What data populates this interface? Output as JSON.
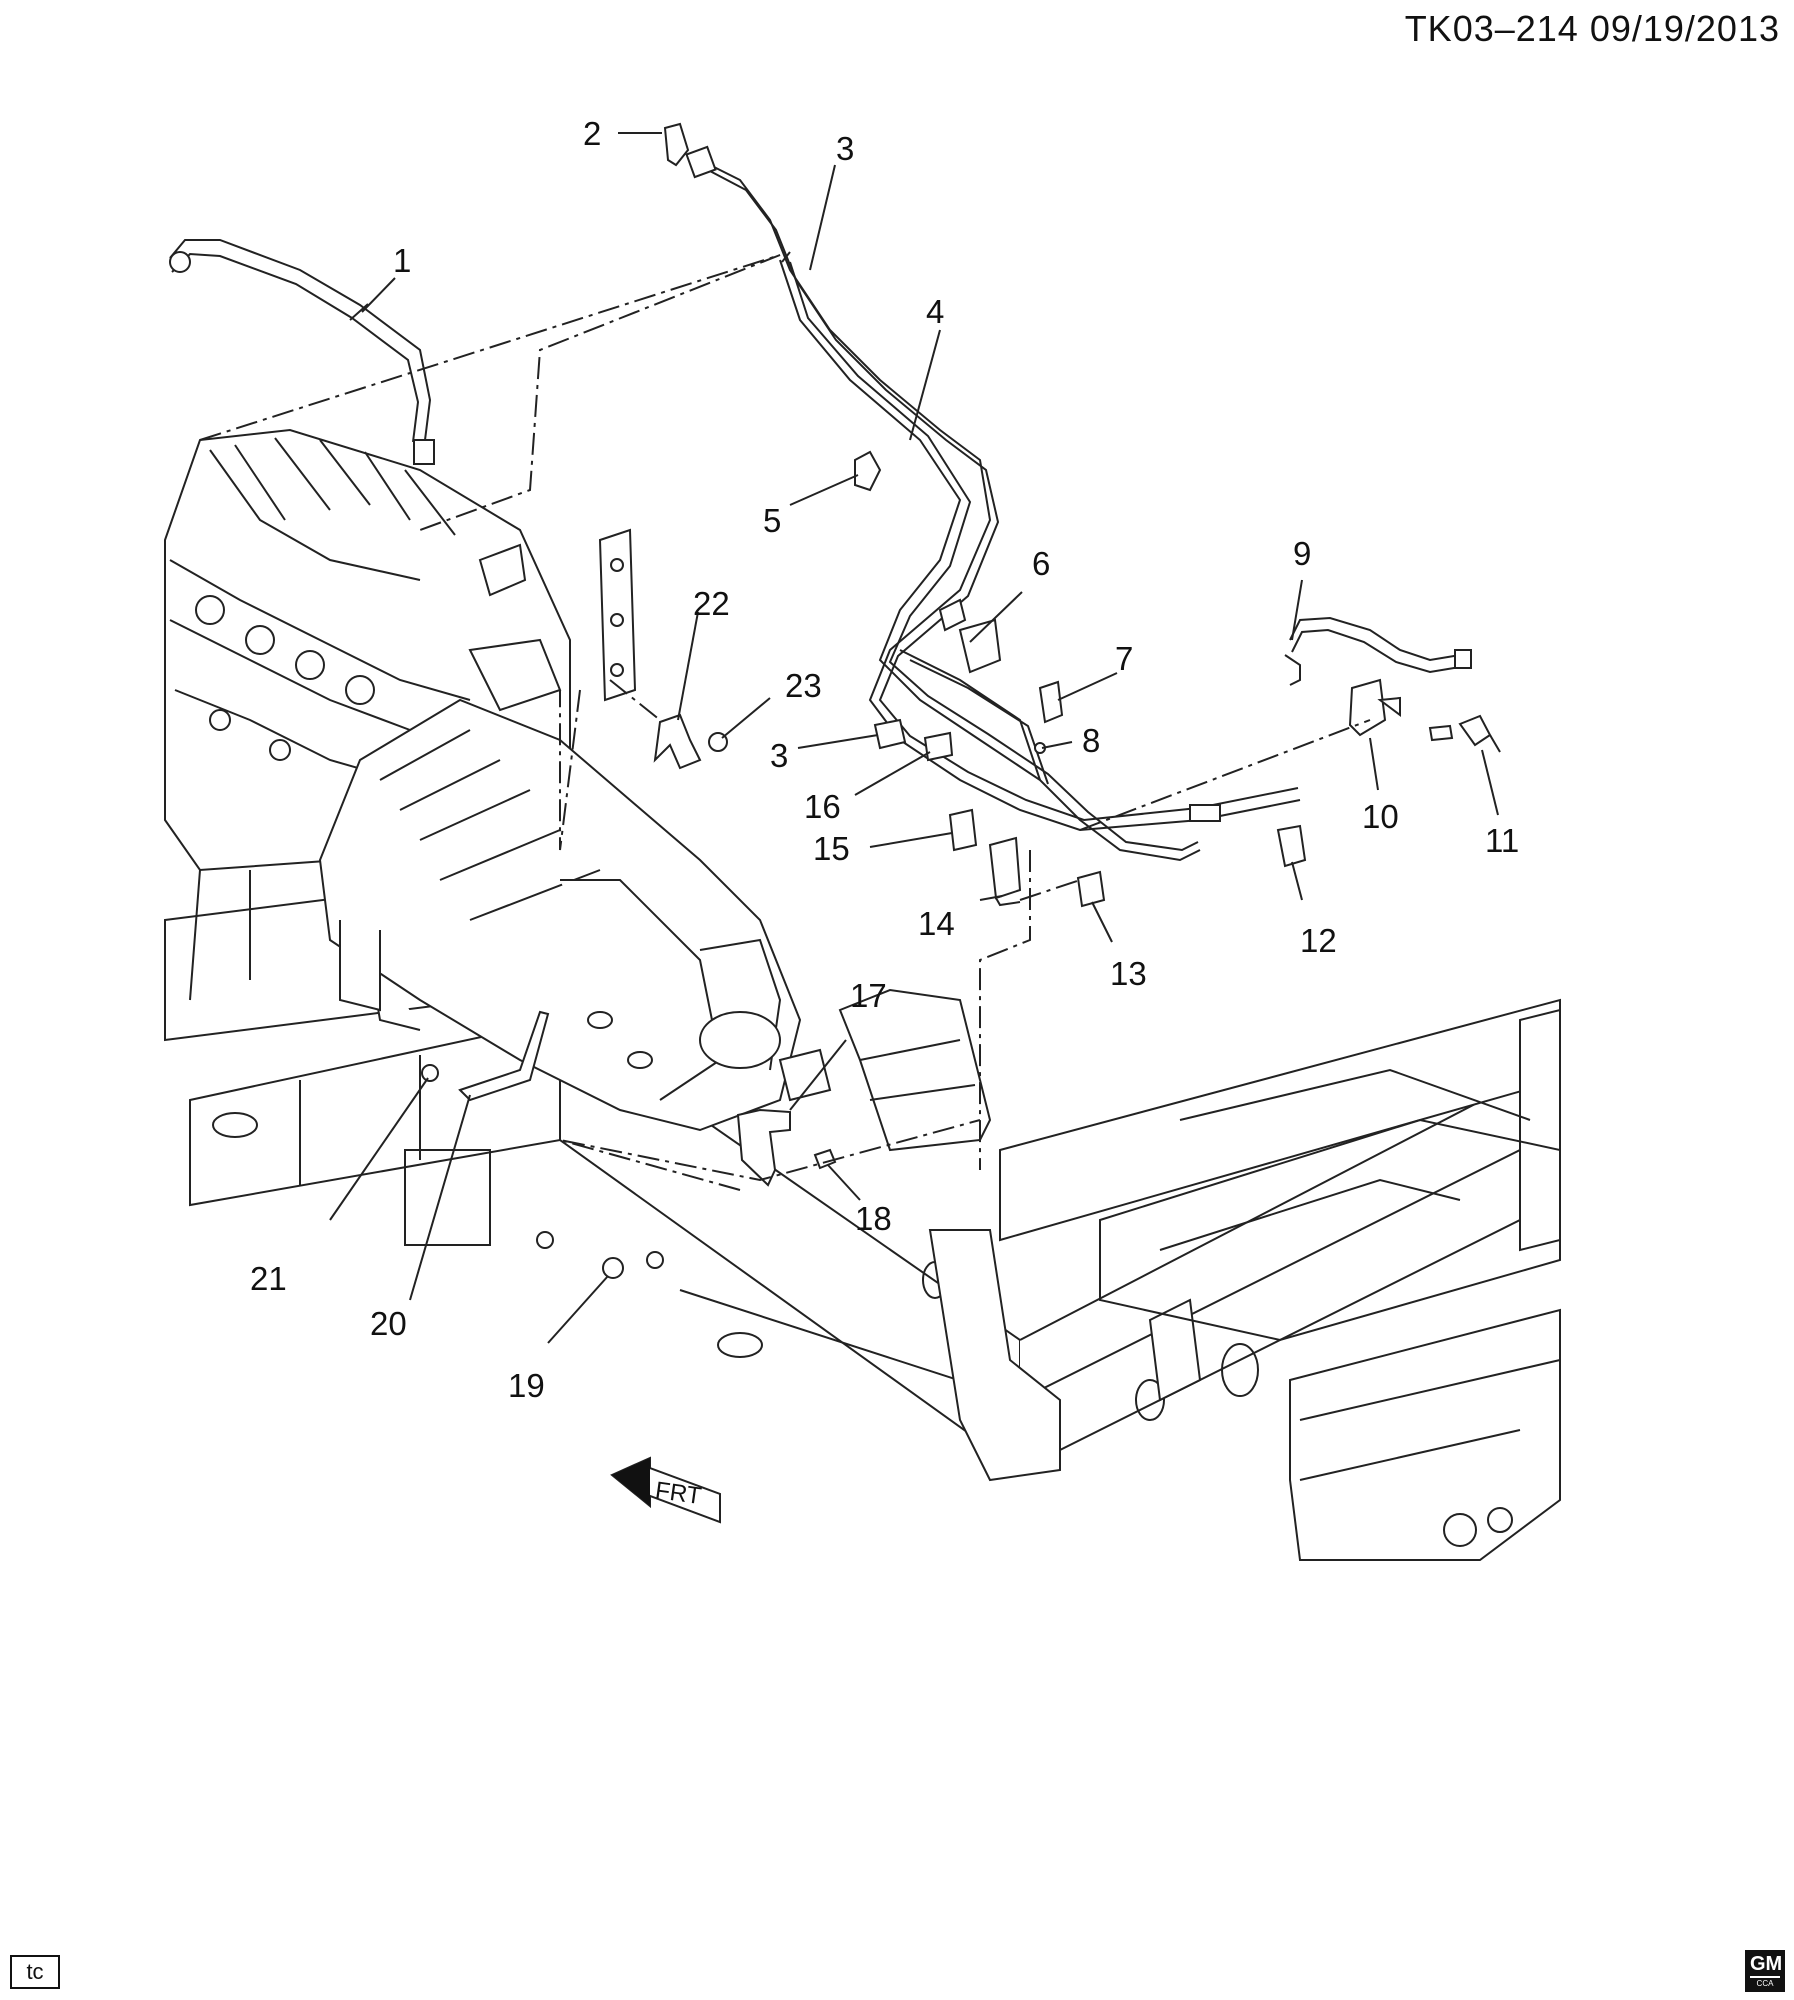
{
  "document": {
    "reference_code": "TK03–214  09/19/2013",
    "corner_tag": "tc",
    "logo": {
      "main_text": "GM",
      "sub_text": "CCA"
    },
    "direction_arrow_label": "FRT"
  },
  "callouts": [
    {
      "id": "c1",
      "number": "1"
    },
    {
      "id": "c2",
      "number": "2"
    },
    {
      "id": "c3a",
      "number": "3"
    },
    {
      "id": "c3b",
      "number": "3"
    },
    {
      "id": "c4",
      "number": "4"
    },
    {
      "id": "c5",
      "number": "5"
    },
    {
      "id": "c6",
      "number": "6"
    },
    {
      "id": "c7",
      "number": "7"
    },
    {
      "id": "c8",
      "number": "8"
    },
    {
      "id": "c9",
      "number": "9"
    },
    {
      "id": "c10",
      "number": "10"
    },
    {
      "id": "c11",
      "number": "11"
    },
    {
      "id": "c12",
      "number": "12"
    },
    {
      "id": "c13",
      "number": "13"
    },
    {
      "id": "c14",
      "number": "14"
    },
    {
      "id": "c15",
      "number": "15"
    },
    {
      "id": "c16",
      "number": "16"
    },
    {
      "id": "c17",
      "number": "17"
    },
    {
      "id": "c18",
      "number": "18"
    },
    {
      "id": "c19",
      "number": "19"
    },
    {
      "id": "c20",
      "number": "20"
    },
    {
      "id": "c21",
      "number": "21"
    },
    {
      "id": "c22",
      "number": "22"
    },
    {
      "id": "c23",
      "number": "23"
    }
  ]
}
